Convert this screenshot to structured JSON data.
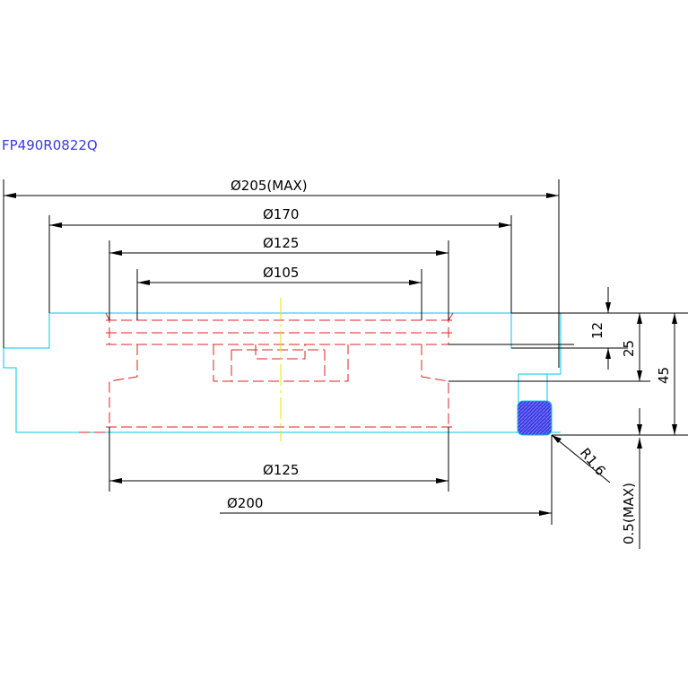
{
  "title": "FP490R0822Q",
  "colors": {
    "outline": "#00c8e8",
    "hidden": "#e02020",
    "centerline": "#e6e600",
    "dimension": "#000000",
    "title": "#3a3adf",
    "seal_fill": "#3a3ae0"
  },
  "dimensions": {
    "d205": "Ø205(MAX)",
    "d170": "Ø170",
    "d125_top": "Ø125",
    "d105": "Ø105",
    "d125_bottom": "Ø125",
    "d200": "Ø200",
    "h12": "12",
    "h25": "25",
    "h45": "45",
    "radius": "R1.6",
    "max05": "0.5(MAX)"
  }
}
